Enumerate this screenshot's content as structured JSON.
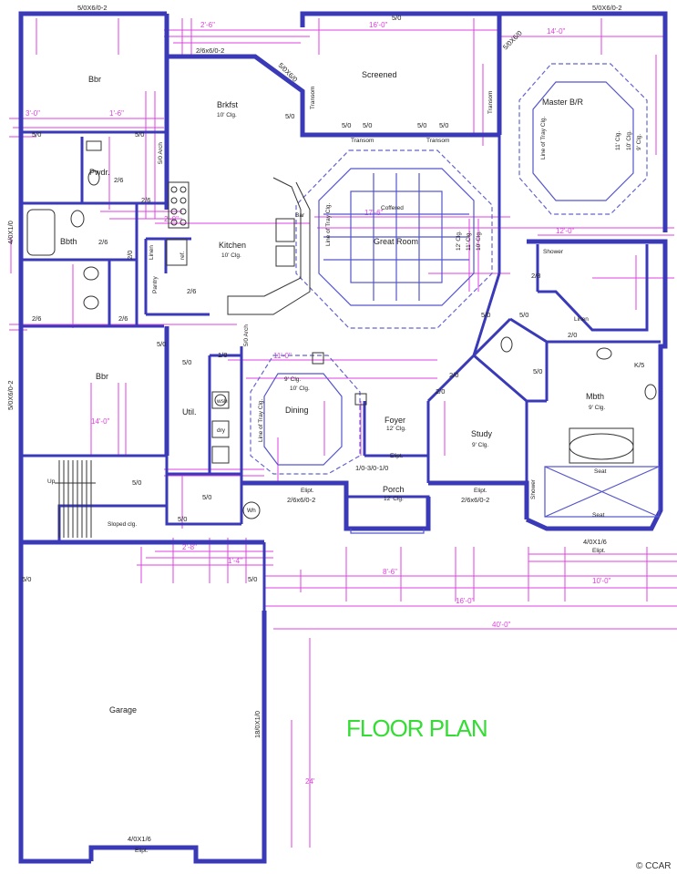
{
  "title": "FLOOR PLAN",
  "copyright": "© CCAR",
  "rooms": {
    "bedroom_top": "Bbr",
    "breakfast": "Brkfst",
    "breakfast_ceiling": "10' Clg.",
    "screened": "Screened",
    "master": "Master B/R",
    "powder": "Pwdr.",
    "bath": "Bbth",
    "kitchen": "Kitchen",
    "kitchen_ceiling": "10' Clg.",
    "coffered": "Coffered",
    "great_room": "Great Room",
    "bedroom_mid": "Bbr",
    "utility": "Util.",
    "dining": "Dining",
    "dining_ceiling": "9' Clg.",
    "dining_ceiling2": "10' Clg.",
    "foyer": "Foyer",
    "foyer_ceiling": "12' Clg.",
    "study": "Study",
    "study_ceiling": "9' Clg.",
    "master_bath": "Mbth",
    "master_bath_ceiling": "9' Clg.",
    "porch": "Porch",
    "porch_ceiling": "12' Clg.",
    "garage": "Garage",
    "pantry": "Pantry",
    "linen": "Linen",
    "shower": "Shower",
    "seat": "Seat",
    "sloped": "Sloped clg.",
    "up": "Up",
    "wh": "Wh"
  },
  "windows": {
    "w_top_left": "5/0X6/0-2",
    "w_top_mid": "5/0",
    "w_top_right": "5/0X6/0-2",
    "w_brkfst": "2/6x6/0-2",
    "w_bay": "5/0X6/0",
    "w_transom1": "Transom",
    "w_side_left": "4/0X1/0",
    "w_side_left2": "5/0X6/0-2",
    "w_front_left": "2/6x6/0-2",
    "w_front_right": "2/6x6/0-2",
    "w_porch": "1/0-3/0-1/0",
    "w_master_bottom": "4/0X1/6",
    "w_garage": "4/0X1/6",
    "garage_door": "18/0X1/0",
    "eligibility": "Elipt.",
    "d_50": "5/0",
    "d_26": "2/6",
    "d_28": "2/8",
    "d_20": "2/0",
    "d_18": "1/8",
    "d_k5": "K/5",
    "d_arch": "5/0 Arch",
    "d_50arch": "5/0 Arch"
  },
  "ceiling_notes": {
    "line_of_tray": "Line of Tray Clg.",
    "great_ceiling1": "12' Clg.",
    "great_ceiling2": "11' Clg.",
    "great_ceiling3": "10' Clg.",
    "master_ceiling1": "11' Clg.",
    "master_ceiling2": "10' Clg.",
    "master_ceiling3": "9' Clg."
  },
  "fixtures": {
    "washer": "wsh",
    "dryer": "dry",
    "bar": "Bar",
    "refrigerator": "ref."
  }
}
